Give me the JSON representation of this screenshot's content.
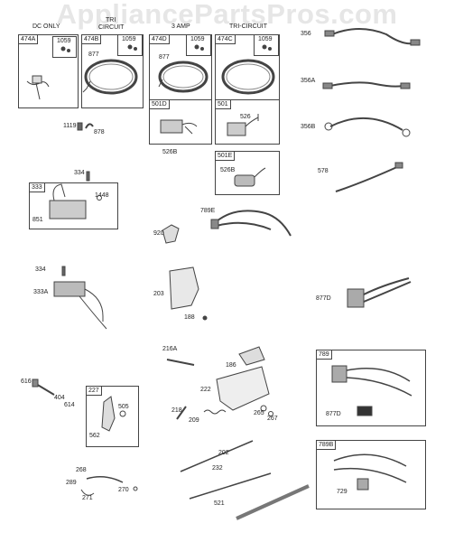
{
  "watermark": "AppliancePartsPros.com",
  "headers": {
    "dc_only": "DC ONLY",
    "tri_circuit_l1": "TRI",
    "tri_circuit_l2": "CIRCUIT",
    "amp": "3 AMP",
    "tri_circuit_right": "TRI-CIRCUIT"
  },
  "parts": {
    "p474a": "474A",
    "p474b": "474B",
    "p474d": "474D",
    "p474c": "474C",
    "p1059a": "1059",
    "p1059b": "1059",
    "p1059c": "1059",
    "p1059d": "1059",
    "p877a": "877",
    "p877b": "877",
    "p501d": "501D",
    "p501": "501",
    "p526": "526",
    "p526b_a": "526B",
    "p501e": "501E",
    "p526b_b": "526B",
    "p356": "356",
    "p356a": "356A",
    "p356b": "356B",
    "p578": "578",
    "p1119": "1119",
    "p878": "878",
    "p334a": "334",
    "p333": "333",
    "p1448": "1448",
    "p851": "851",
    "p920": "920",
    "p789e": "789E",
    "p334b": "334",
    "p333a": "333A",
    "p203": "203",
    "p188": "188",
    "p877d": "877D",
    "p216a": "216A",
    "p186": "186",
    "p222": "222",
    "p789": "789",
    "p877d_b": "877D",
    "p616": "616",
    "p404": "404",
    "p614": "614",
    "p227": "227",
    "p505": "505",
    "p562": "562",
    "p218": "218",
    "p209": "209",
    "p265": "265",
    "p267": "267",
    "p202": "202",
    "p232": "232",
    "p521": "521",
    "p268": "268",
    "p289": "289",
    "p271": "271",
    "p270": "270",
    "p789b": "789B",
    "p729": "729"
  }
}
